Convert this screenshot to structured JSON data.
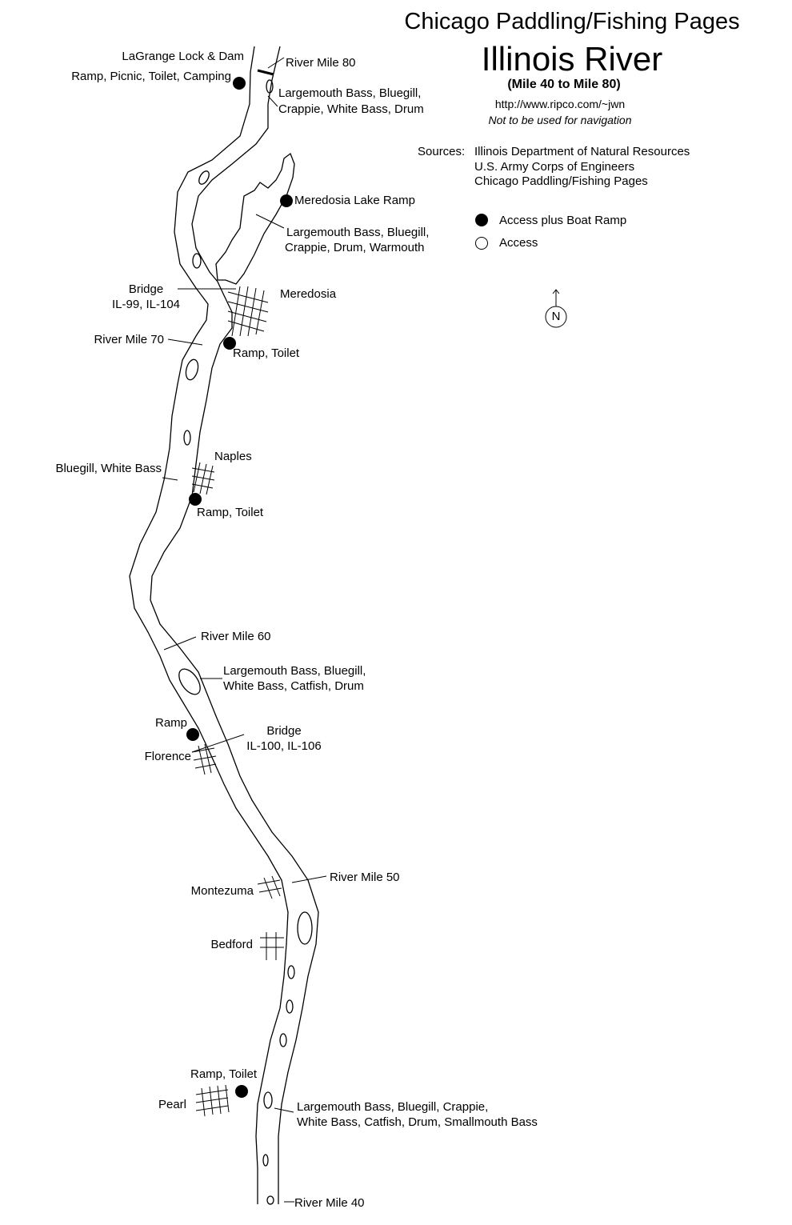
{
  "header": {
    "site_title": "Chicago Paddling/Fishing Pages",
    "map_title": "Illinois River",
    "subtitle": "(Mile 40 to Mile 80)",
    "url": "http://www.ripco.com/~jwn",
    "disclaimer": "Not to be used for navigation"
  },
  "sources": {
    "label": "Sources:",
    "items": [
      "Illinois Department of Natural Resources",
      "U.S. Army Corps of Engineers",
      "Chicago Paddling/Fishing Pages"
    ]
  },
  "legend": {
    "filled": "Access plus Boat Ramp",
    "open": "Access"
  },
  "north": "N",
  "labels": {
    "lagrange1": "LaGrange Lock & Dam",
    "lagrange2": "Ramp, Picnic, Toilet, Camping",
    "mile80": "River Mile 80",
    "fish80a": "Largemouth Bass, Bluegill,",
    "fish80b": "Crappie, White Bass, Drum",
    "meredosia_lake": "Meredosia Lake Ramp",
    "lakefish1": "Largemouth Bass, Bluegill,",
    "lakefish2": "Crappie, Drum, Warmouth",
    "bridge1a": "Bridge",
    "bridge1b": "IL-99, IL-104",
    "meredosia": "Meredosia",
    "mile70": "River Mile 70",
    "meredosia_ramp": "Ramp, Toilet",
    "naples": "Naples",
    "naples_fish": "Bluegill, White Bass",
    "naples_ramp": "Ramp, Toilet",
    "mile60": "River Mile 60",
    "fish60a": "Largemouth Bass, Bluegill,",
    "fish60b": "White Bass, Catfish, Drum",
    "florence_ramp": "Ramp",
    "florence": "Florence",
    "bridge2a": "Bridge",
    "bridge2b": "IL-100, IL-106",
    "montezuma": "Montezuma",
    "mile50": "River Mile 50",
    "bedford": "Bedford",
    "pearl_ramp": "Ramp, Toilet",
    "pearl": "Pearl",
    "fish40a": "Largemouth Bass, Bluegill, Crappie,",
    "fish40b": "White Bass, Catfish, Drum, Smallmouth Bass",
    "mile40": "River Mile 40"
  }
}
